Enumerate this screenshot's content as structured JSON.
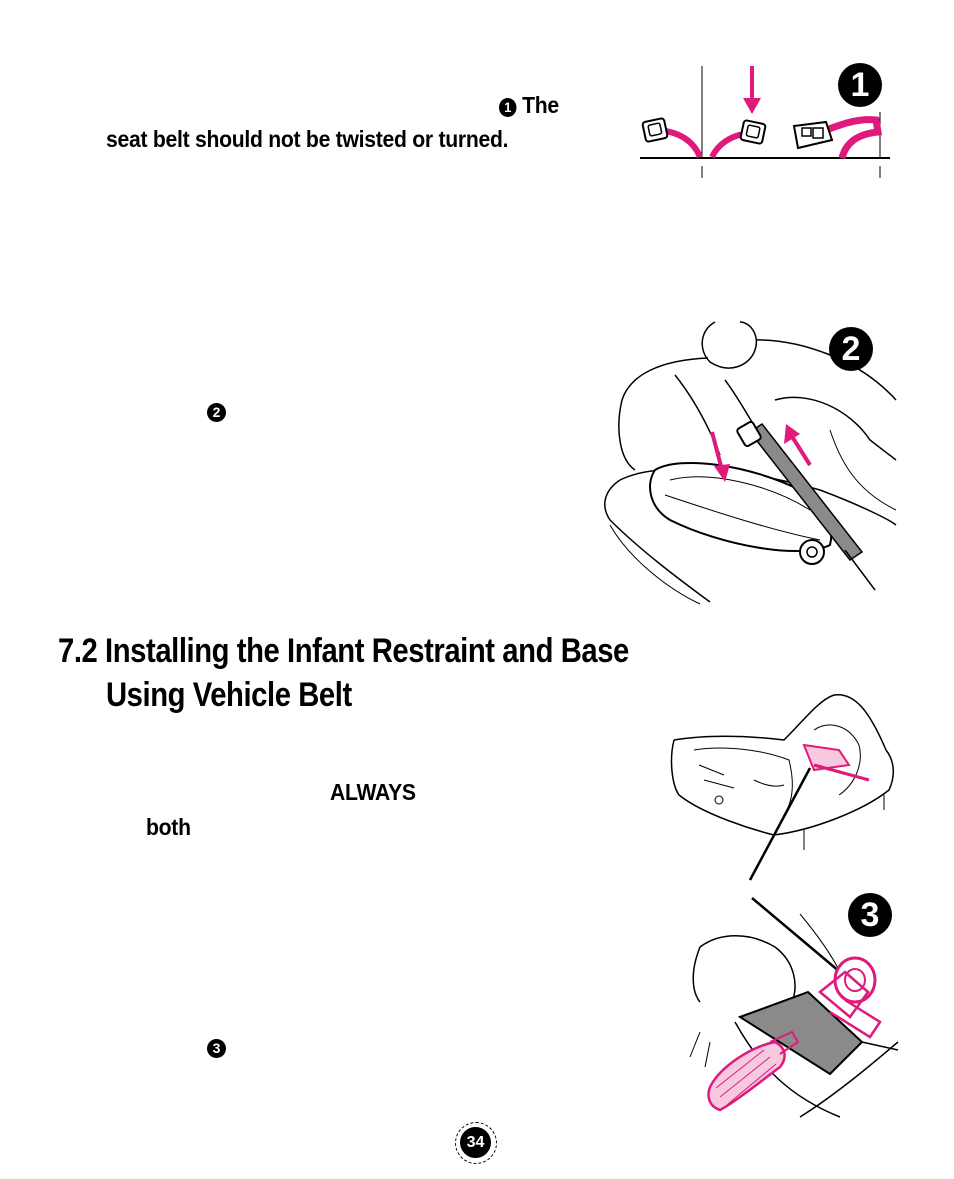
{
  "step1": {
    "marker": "❶",
    "text_the": "The",
    "text_line2": "seat belt should not be twisted or turned.",
    "fig_number": "1"
  },
  "step2": {
    "marker": "❷",
    "fig_number": "2"
  },
  "section": {
    "heading_line1": "7.2 Installing the Infant Restraint and Base",
    "heading_line2": "Using Vehicle Belt"
  },
  "body": {
    "always": "ALWAYS",
    "both": "both"
  },
  "step3": {
    "marker": "❸",
    "fig_number": "3"
  },
  "page": {
    "number": "34"
  },
  "colors": {
    "accent": "#e0197d",
    "belt_gray": "#8a8a8a"
  }
}
